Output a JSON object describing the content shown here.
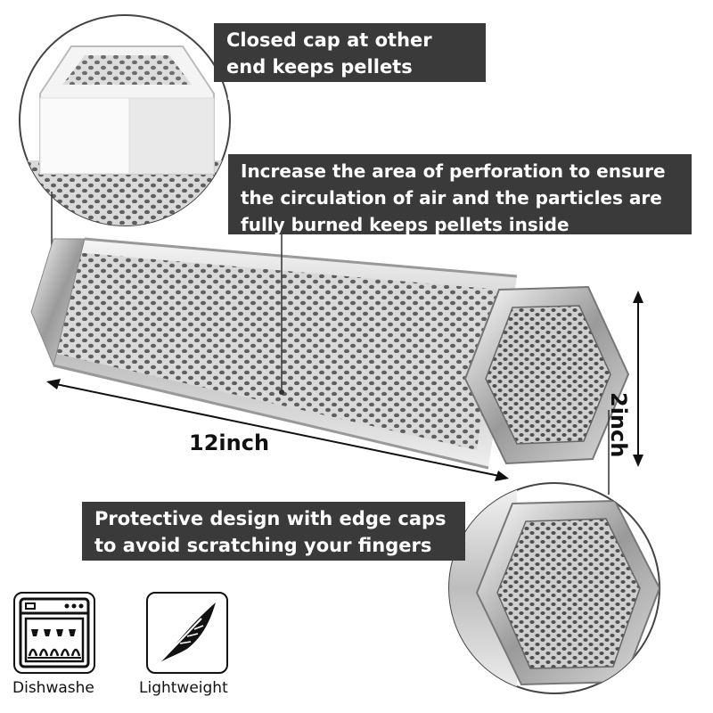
{
  "callouts": {
    "closed_cap": "Closed cap at other end keeps pellets inside",
    "perforation": "Increase the area of perforation to ensure the circulation of air and the particles are fully burned keeps pellets inside",
    "edge_caps": "Protective design with edge caps to avoid scratching your fingers"
  },
  "dimensions": {
    "length": "12inch",
    "width": "2inch"
  },
  "features": [
    {
      "icon": "dishwasher-icon",
      "label": "Dishwashe"
    },
    {
      "icon": "feather-icon",
      "label": "Lightweight"
    }
  ],
  "colors": {
    "label_bg": "#3a3a3a",
    "steel_light": "#e6e6e6",
    "steel_dark": "#8f8f8f"
  }
}
